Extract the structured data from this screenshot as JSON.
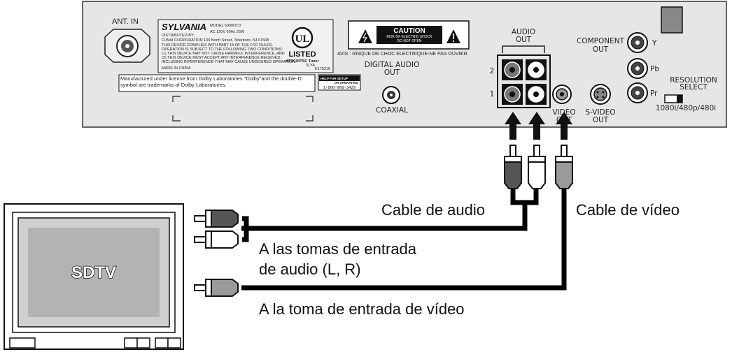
{
  "panel": {
    "ant_in": "ANT. IN",
    "brand": "SYLVANIA",
    "model": "MODEL 6900DTD",
    "power": "AC 120V 60Hz 25W",
    "distributed": "DISTRIBUTED BY:",
    "address": "FUNAI CORPORATION 100 North Street, Teterboro, NJ 07608",
    "fcc1": "THIS DEVICE COMPLIES WITH PART 15 OF THE FCC RULES.",
    "fcc2": "OPERATION IS SUBJECT TO THE FOLLOWING TWO CONDITIONS:",
    "fcc3": "(1) THIS DEVICE MAY NOT CAUSE HARMFUL INTERFERENCE, AND",
    "fcc4": "(2) THIS DEVICE MUST ACCEPT ANY INTERFERENCE RECEIVED,",
    "fcc5": "INCLUDING INTERFERENCE THAT MAY CAUSE UNDESIRED OPERATION.",
    "made_in": "MADE IN CHINA",
    "ul": "UL",
    "listed": "LISTED",
    "tuner": "ATSC/NTSC Tuner",
    "tuner_code": "31YA",
    "file_code": "E175216",
    "caution": "CAUTION",
    "caution_sub1": "RISK OF ELECTRIC SHOCK",
    "caution_sub2": "DO NOT OPEN",
    "avis": "AVIS : RISQUE DE CHOC ELECTRIQUE-NE PAS OUVRIR.",
    "dolby": "Manufactured under license from Dolby Laboratories.\"Dolby\"and the double-D symbol are trademarks of Dolby Laboratories.",
    "help1": "HELP FOR SETUP",
    "help2": "OR OPERATING",
    "help_phone": "1-800-968-3429",
    "digital_audio_out": "DIGITAL AUDIO OUT",
    "coaxial": "COAXIAL",
    "audio_out": "AUDIO OUT",
    "row2": "2",
    "row1": "1",
    "video_out": "VIDEO OUT",
    "svideo_out": "S-VIDEO OUT",
    "component_out": "COMPONENT OUT",
    "y": "Y",
    "pb": "Pb",
    "pr": "Pr",
    "resolution_select": "RESOLUTION SELECT",
    "resolutions": "1080i/480p/480i"
  },
  "cables": {
    "audio": "Cable de audio",
    "video": "Cable de vídeo"
  },
  "tv": {
    "label": "SDTV",
    "audio_in_line1": "A las tomas de entrada",
    "audio_in_line2": "de audio (L, R)",
    "video_in": "A la toma de entrada de vídeo"
  },
  "colors": {
    "panel_bg": "#e6e6e6",
    "dark_plug": "#555555",
    "light_plug": "#ffffff",
    "grey_plug": "#9a9a9a",
    "cable": "#000000"
  }
}
